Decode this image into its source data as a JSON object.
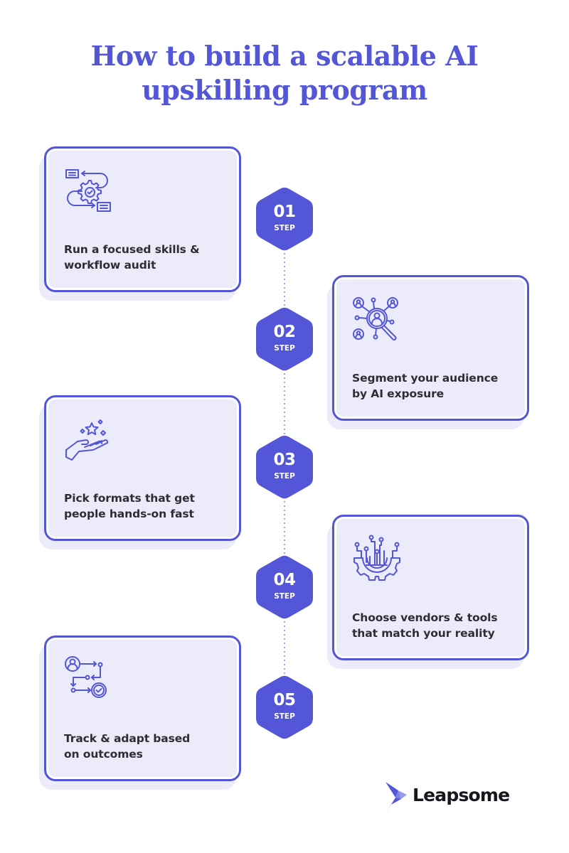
{
  "title": {
    "line1": "How to build a scalable AI",
    "line2": "upskilling program"
  },
  "colors": {
    "accent": "#5356d6",
    "card_fill": "#ebebfa",
    "text": "#2d2d34",
    "dots": "#9a9ce8"
  },
  "steps": [
    {
      "number": "01",
      "step_label": "STEP",
      "icon": "gear-workflow-icon",
      "line1": "Run a focused skills &",
      "line2": "workflow audit",
      "side": "left"
    },
    {
      "number": "02",
      "step_label": "STEP",
      "icon": "audience-search-icon",
      "line1": "Segment your audience",
      "line2": "by AI exposure",
      "side": "right"
    },
    {
      "number": "03",
      "step_label": "STEP",
      "icon": "hand-star-icon",
      "line1": "Pick formats that get",
      "line2": "people hands-on fast",
      "side": "left"
    },
    {
      "number": "04",
      "step_label": "STEP",
      "icon": "circuit-gear-icon",
      "line1": "Choose vendors & tools",
      "line2": "that match your reality",
      "side": "right"
    },
    {
      "number": "05",
      "step_label": "STEP",
      "icon": "track-flow-icon",
      "line1": "Track & adapt based",
      "line2": "on outcomes",
      "side": "left"
    }
  ],
  "brand": {
    "name": "Leapsome"
  }
}
